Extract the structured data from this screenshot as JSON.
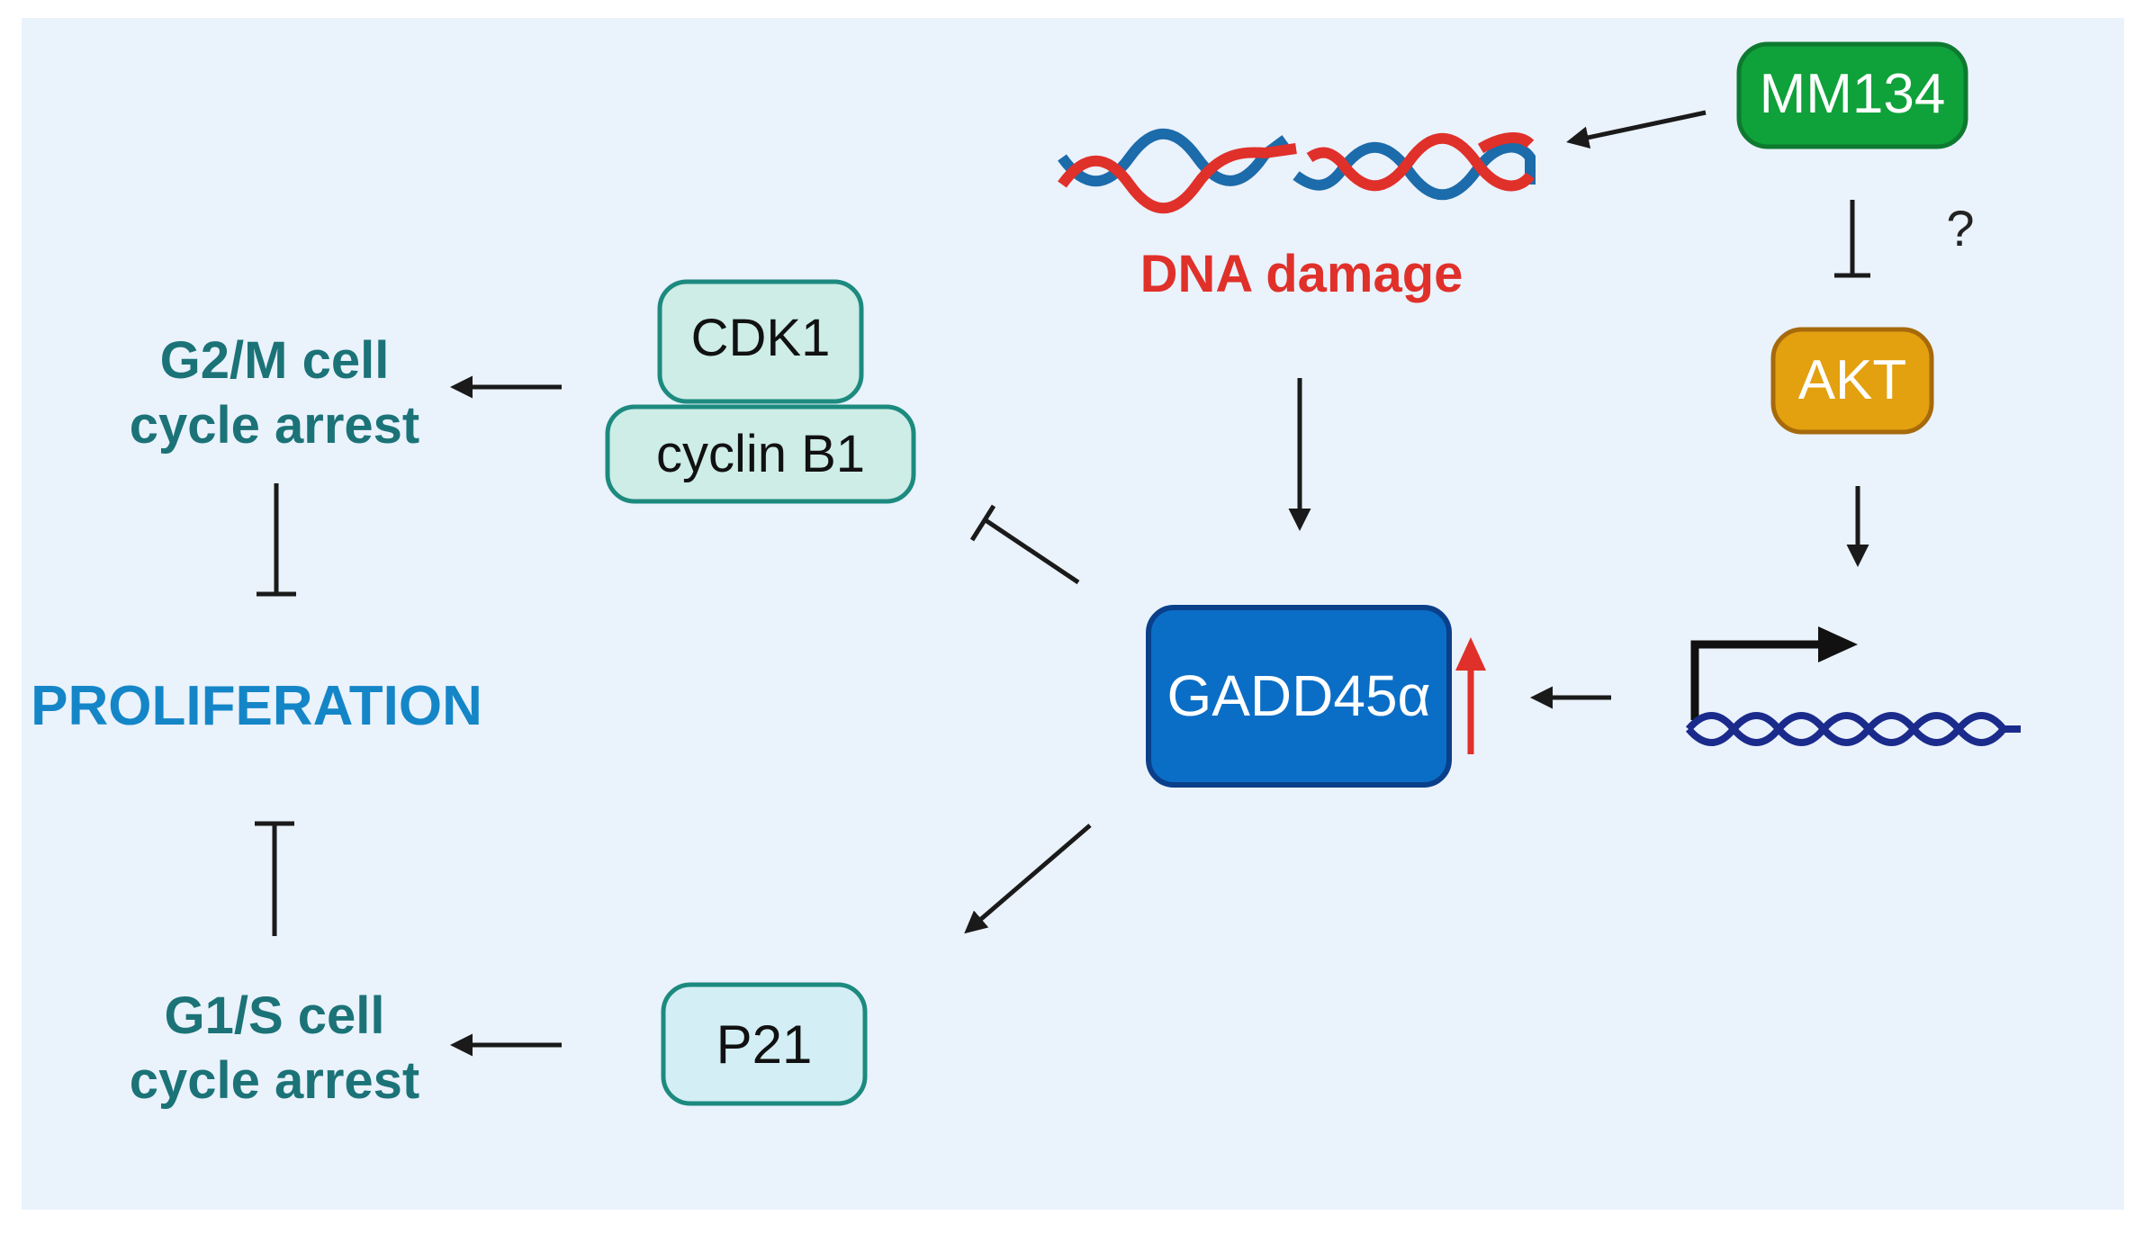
{
  "nodes": {
    "mm134": "MM134",
    "question": "?",
    "akt": "AKT",
    "dna_damage": "DNA damage",
    "cdk1": "CDK1",
    "cyclin_b1": "cyclin B1",
    "gadd45a": "GADD45α",
    "p21": "P21"
  },
  "outcomes": {
    "g2m_line1": "G2/M cell",
    "g2m_line2": "cycle arrest",
    "proliferation": "PROLIFERATION",
    "g1s_line1": "G1/S cell",
    "g1s_line2": "cycle arrest"
  },
  "colors": {
    "background": "#EAF2FC",
    "mm134_fill": "#0FA13A",
    "akt_fill": "#E3A00F",
    "gadd45a_fill": "#0B6EC6",
    "cdk_fill": "#CDEDE6",
    "p21_fill": "#D3EEF5",
    "teal_text": "#1B7377",
    "proliferation_text": "#1486C7",
    "dna_damage_text": "#E0302A",
    "dna_red": "#E0302A",
    "dna_blue": "#1C6BAA",
    "dna_navy": "#1A2B8C"
  },
  "icons": [
    "dna-double-helix-icon",
    "gene-promoter-arrow-icon",
    "up-regulation-arrow-icon"
  ]
}
